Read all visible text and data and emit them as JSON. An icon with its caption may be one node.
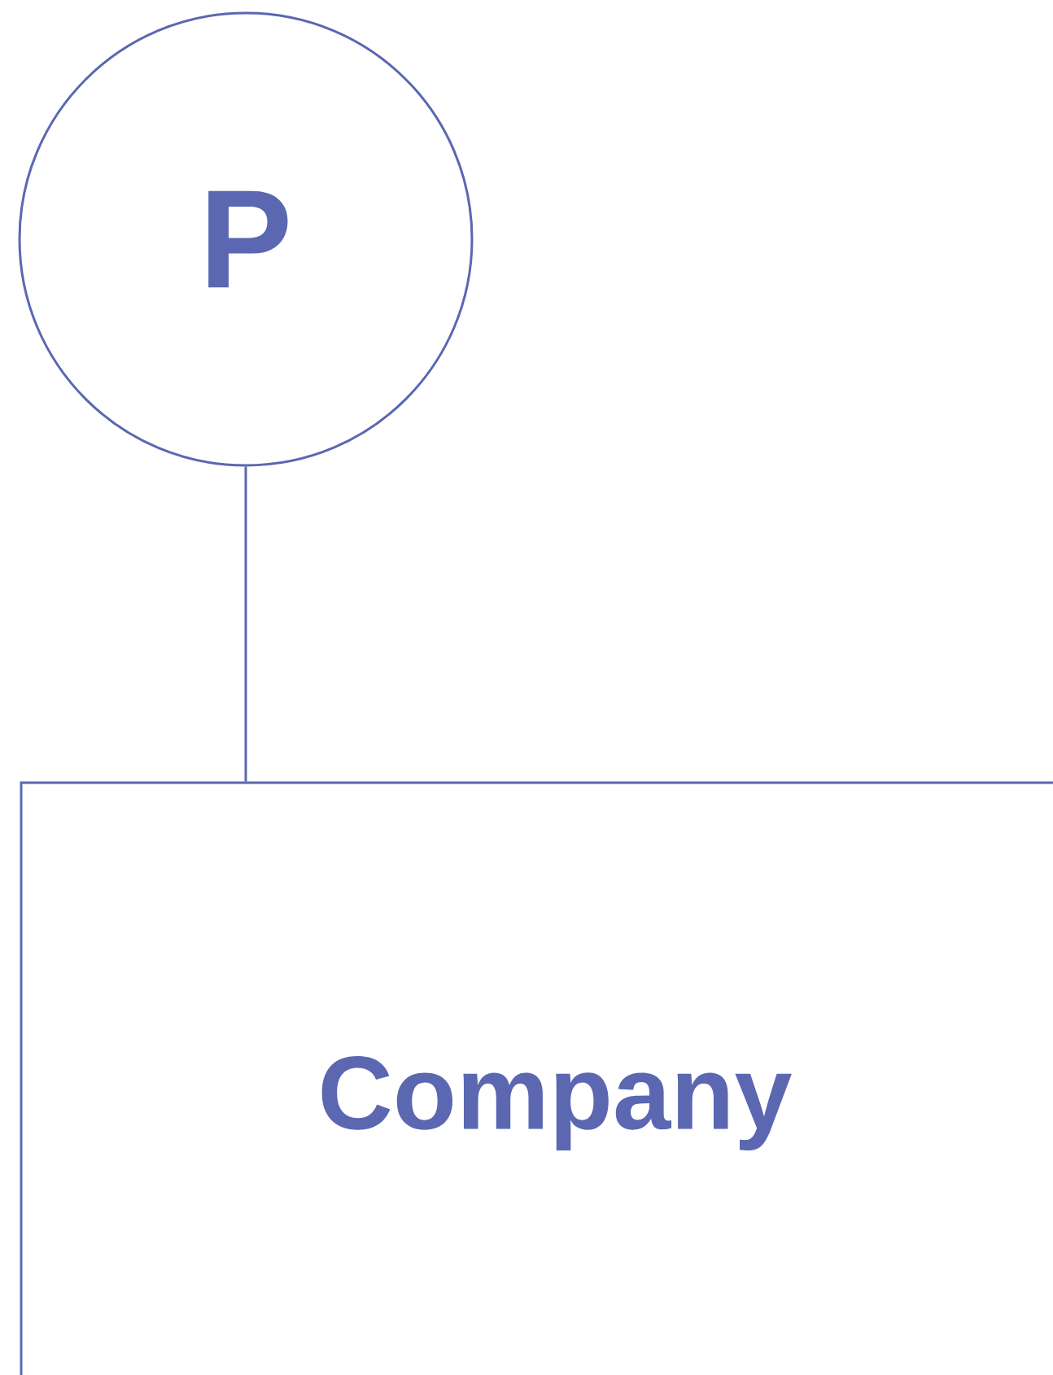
{
  "diagram": {
    "nodes": [
      {
        "text": [
          "P"
        ]
      },
      {
        "text": [
          "Company"
        ]
      }
    ],
    "edges": [
      {
        "from": 0,
        "to": 1,
        "arrow": "none"
      }
    ]
  }
}
